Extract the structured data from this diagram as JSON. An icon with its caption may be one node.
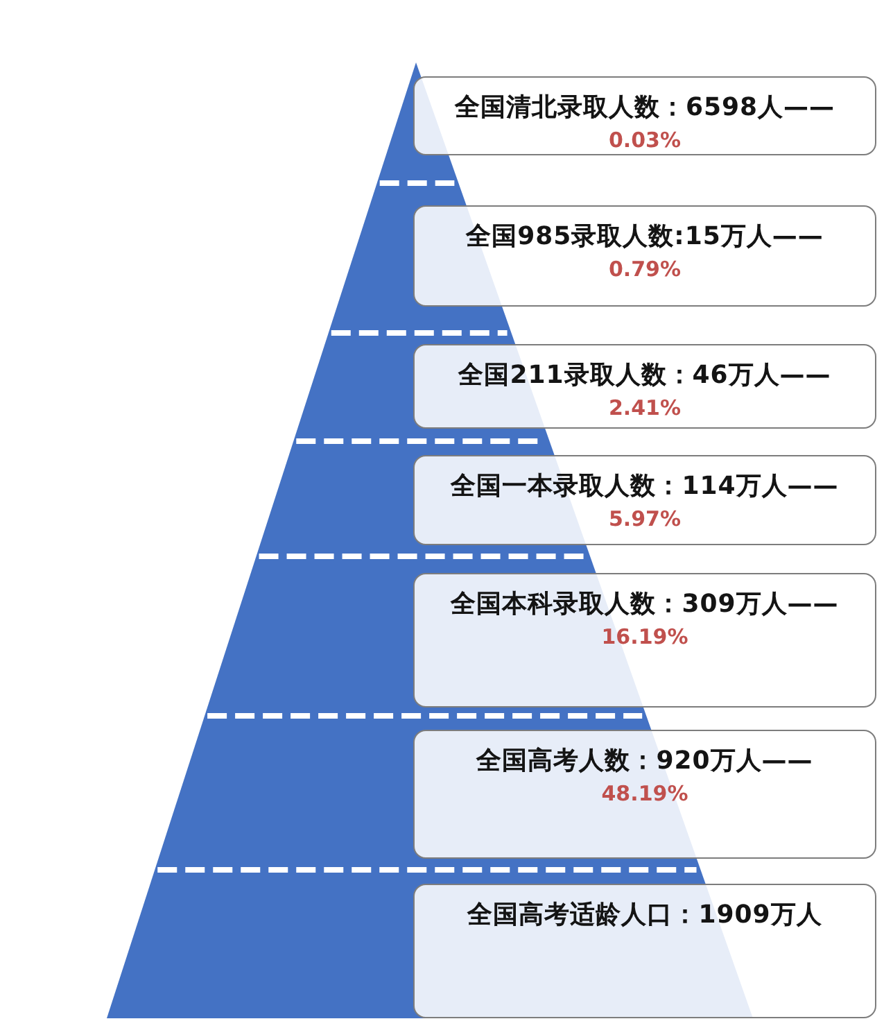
{
  "diagram": {
    "nodes": [
      {
        "text": [
          "全国清北录取人数：6598人——",
          "0.03%"
        ]
      },
      {
        "text": [
          "全国985录取人数:15万人——",
          "0.79%"
        ]
      },
      {
        "text": [
          "全国211录取人数：46万人——",
          "2.41%"
        ]
      },
      {
        "text": [
          "全国一本录取人数：114万人——",
          "5.97%"
        ]
      },
      {
        "text": [
          "全国本科录取人数：309万人——",
          "16.19%"
        ]
      },
      {
        "text": [
          "全国高考人数：920万人——",
          "48.19%"
        ]
      },
      {
        "text": [
          "全国高考适龄人口：1909万人"
        ]
      }
    ]
  }
}
